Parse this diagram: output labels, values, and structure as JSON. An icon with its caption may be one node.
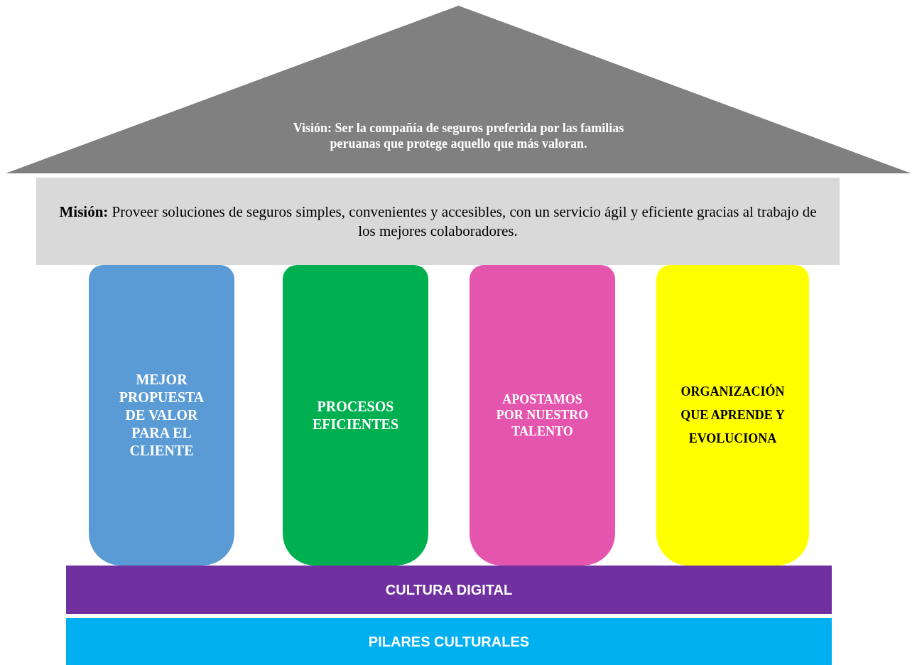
{
  "diagram": {
    "nodes": [
      {
        "text": [
          "Visión: Ser la compañía de seguros preferida por las familias peruanas que protege aquello que más valoran."
        ]
      },
      {
        "text": [
          "**Misión:** Proveer soluciones de seguros simples, convenientes y accesibles, con un servicio ágil y eficiente gracias al trabajo de los mejores colaboradores."
        ]
      },
      {
        "text": [
          "MEJOR PROPUESTA DE VALOR PARA EL CLIENTE"
        ]
      },
      {
        "text": [
          "PROCESOS EFICIENTES"
        ]
      },
      {
        "text": [
          "APOSTAMOS POR NUESTRO TALENTO"
        ]
      },
      {
        "text": [
          "ORGANIZACIÓN QUE APRENDE Y EVOLUCIONA"
        ]
      },
      {
        "text": [
          "CULTURA DIGITAL"
        ]
      },
      {
        "text": [
          "PILARES CULTURALES"
        ]
      }
    ]
  }
}
